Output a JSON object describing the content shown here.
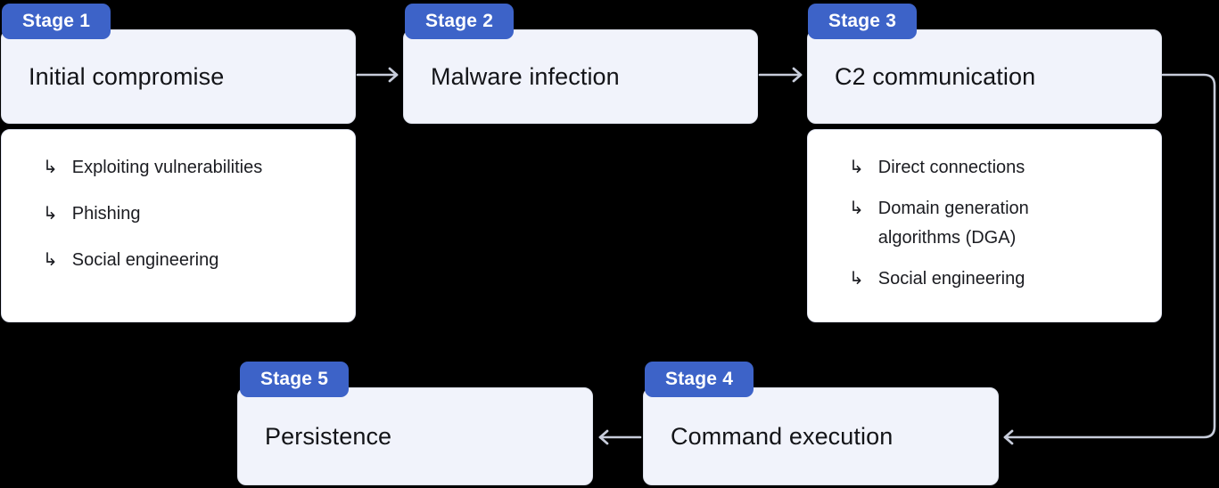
{
  "diagram": {
    "bullet_glyph": "↳",
    "stages": [
      {
        "badge": "Stage 1",
        "title": "Initial compromise",
        "items": [
          "Exploiting vulnerabilities",
          "Phishing",
          "Social engineering"
        ]
      },
      {
        "badge": "Stage 2",
        "title": "Malware infection",
        "items": []
      },
      {
        "badge": "Stage 3",
        "title": "C2 communication",
        "items": [
          "Direct connections",
          "Domain generation algorithms (DGA)",
          "Social engineering"
        ]
      },
      {
        "badge": "Stage 4",
        "title": "Command execution",
        "items": []
      },
      {
        "badge": "Stage 5",
        "title": "Persistence",
        "items": []
      }
    ],
    "edges": [
      {
        "from": "Stage 1",
        "to": "Stage 2"
      },
      {
        "from": "Stage 2",
        "to": "Stage 3"
      },
      {
        "from": "Stage 3",
        "to": "Stage 4"
      },
      {
        "from": "Stage 4",
        "to": "Stage 5"
      }
    ],
    "colors": {
      "background": "#000000",
      "badge_bg": "#3D63C8",
      "badge_text": "#FFFFFF",
      "title_card_bg": "#F1F3FB",
      "card_border": "#DDE1EC",
      "subcard_bg": "#FFFFFF",
      "subcard_border": "#E0E4F2",
      "title_text": "#131418",
      "item_text": "#1B1C21",
      "connector": "#C7CCDA"
    }
  }
}
